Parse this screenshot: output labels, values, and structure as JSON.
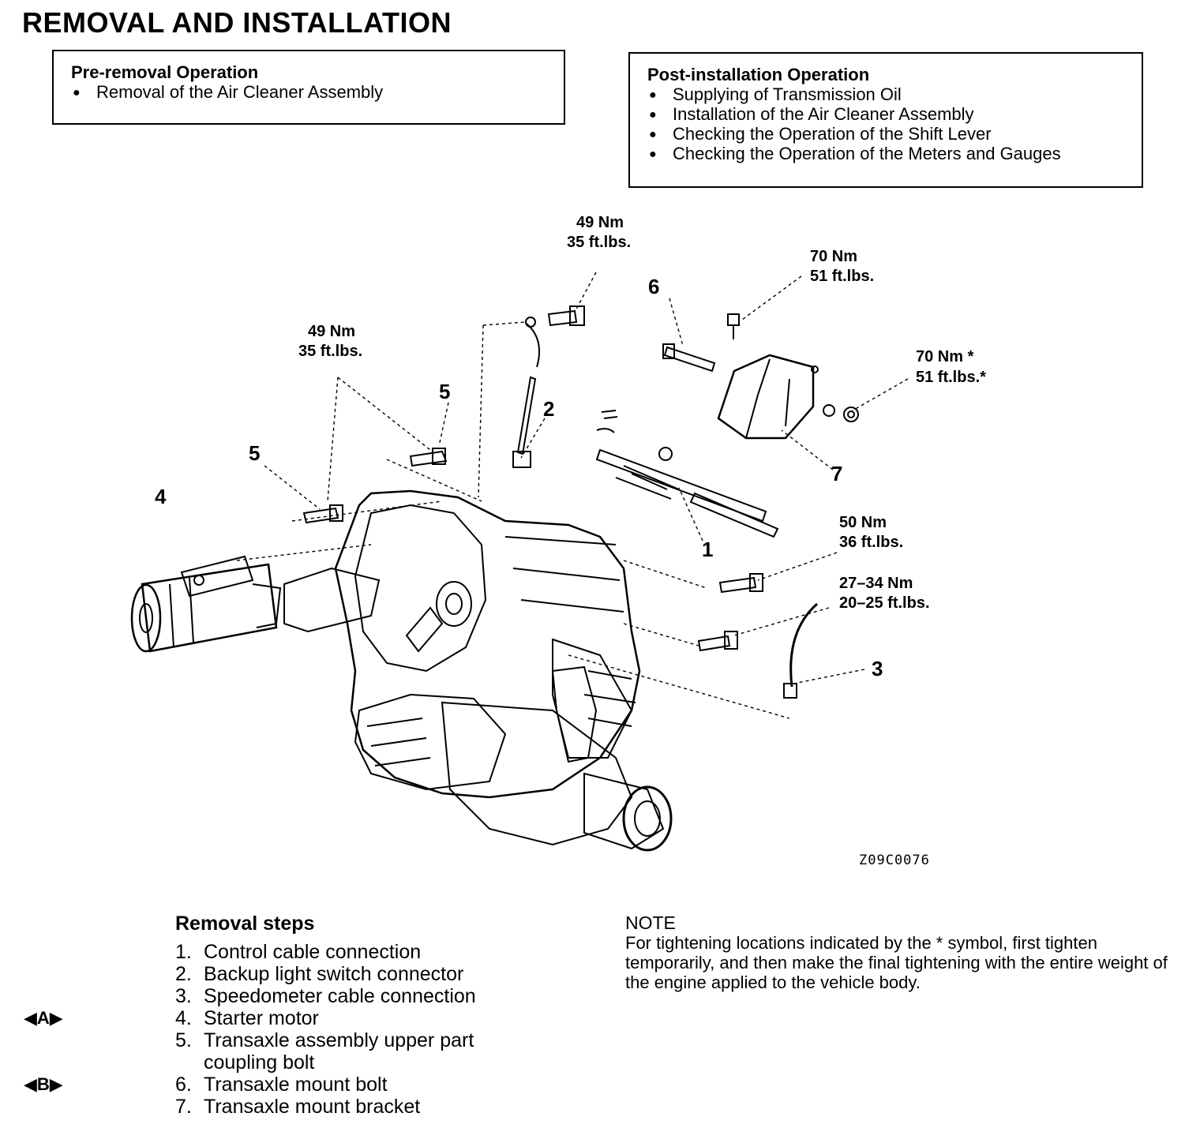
{
  "title": "REMOVAL AND INSTALLATION",
  "pre_removal": {
    "title": "Pre-removal Operation",
    "items": [
      "Removal of the Air Cleaner Assembly"
    ]
  },
  "post_installation": {
    "title": "Post-installation Operation",
    "items": [
      "Supplying of Transmission Oil",
      "Installation of the Air Cleaner Assembly",
      "Checking the Operation of the Shift Lever",
      "Checking the Operation of the Meters and Gauges"
    ]
  },
  "diagram": {
    "callouts": [
      "1",
      "2",
      "3",
      "4",
      "5",
      "5",
      "6",
      "7"
    ],
    "torques": [
      {
        "nm": "49 Nm",
        "ft": "35 ft.lbs."
      },
      {
        "nm": "49 Nm",
        "ft": "35 ft.lbs."
      },
      {
        "nm": "70 Nm",
        "ft": "51 ft.lbs."
      },
      {
        "nm": "70 Nm *",
        "ft": "51 ft.lbs.*"
      },
      {
        "nm": "50 Nm",
        "ft": "36 ft.lbs."
      },
      {
        "nm": "27–34 Nm",
        "ft": "20–25 ft.lbs."
      }
    ],
    "figure_code": "Z09C0076"
  },
  "removal_steps": {
    "title": "Removal steps",
    "steps": [
      {
        "num": "1.",
        "text": "Control cable connection",
        "marker": ""
      },
      {
        "num": "2.",
        "text": "Backup light switch connector",
        "marker": ""
      },
      {
        "num": "3.",
        "text": "Speedometer cable connection",
        "marker": ""
      },
      {
        "num": "4.",
        "text": "Starter motor",
        "marker": "◀A▶"
      },
      {
        "num": "5.",
        "text": "Transaxle assembly upper part coupling bolt",
        "marker": ""
      },
      {
        "num": "6.",
        "text": "Transaxle mount bolt",
        "marker": "◀B▶"
      },
      {
        "num": "7.",
        "text": "Transaxle mount bracket",
        "marker": ""
      }
    ]
  },
  "note": {
    "title": "NOTE",
    "text": "For tightening locations indicated by the * symbol, first tighten temporarily, and then make the final tightening with the entire weight of the engine applied to the vehicle body."
  }
}
